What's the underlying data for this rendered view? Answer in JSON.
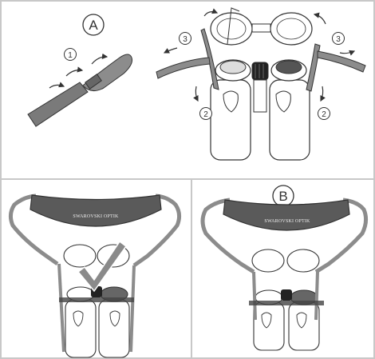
{
  "panels": {
    "top": {
      "badge": "A",
      "steps": [
        "1",
        "2",
        "3"
      ]
    },
    "bottom_right": {
      "badge": "B"
    }
  },
  "strap_brand": "SWAROVSKI OPTIK",
  "colors": {
    "line": "#333333",
    "strap": "#8c8c8c",
    "strap_dark": "#5a5a5a",
    "check": "#8a8a8a",
    "frame": "#c8c8c8"
  }
}
